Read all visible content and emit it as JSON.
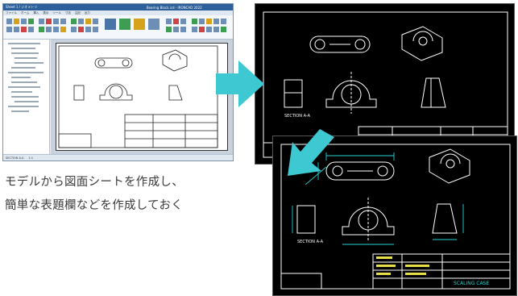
{
  "app": {
    "title": "Sheet 1 / ジオメトリ",
    "window_title": "Bearing Block.icd - IRONCAD 2022",
    "menu": [
      "ファイル",
      "ホーム",
      "挿入",
      "表示",
      "ツール",
      "寸法",
      "注記",
      "出力"
    ],
    "status": [
      "SECTION A-A",
      "1:1"
    ]
  },
  "caption": {
    "line1": "モデルから図面シートを作成し、",
    "line2": "簡単な表題欄などを作成しておく"
  },
  "sheet1": {
    "section_label": "SECTION A-A"
  },
  "sheet2": {
    "section_label": "SECTION A-A",
    "title_block_text": "SCALING CASE"
  },
  "colors": {
    "arrow": "#3ec8d2",
    "sheet_bg": "#000000",
    "line": "#ffffff",
    "dimension": "#27d3d3",
    "annotation": "#e8e04a"
  },
  "icons": [
    "arrow-right-icon",
    "arrow-down-left-icon"
  ]
}
